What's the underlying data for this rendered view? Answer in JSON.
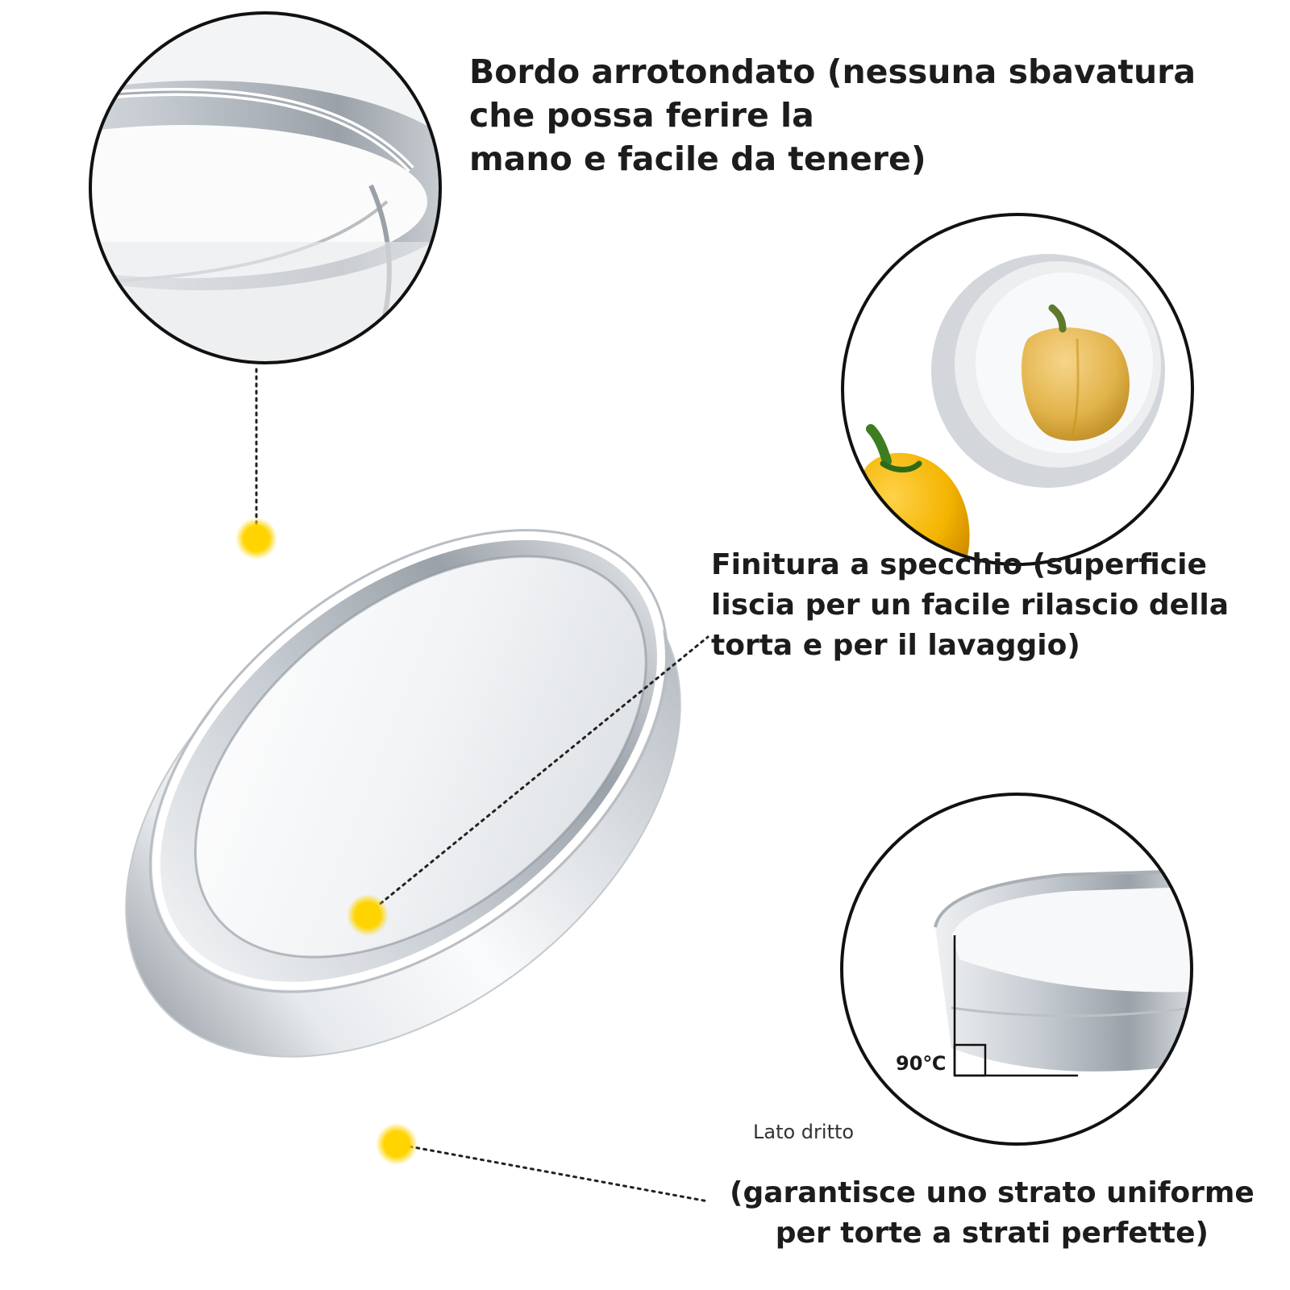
{
  "callouts": {
    "rounded_rim": {
      "lines": [
        "Bordo arrotondato (nessuna sbavatura",
        "che possa ferire la",
        "mano e facile da tenere)"
      ]
    },
    "mirror_finish": {
      "lines": [
        "Finitura a specchio (superficie",
        "liscia per un facile rilascio della",
        "torta e per il lavaggio)"
      ]
    },
    "straight_side": {
      "title": "Lato dritto",
      "lines": [
        "(garantisce uno strato uniforme",
        "per torte a strati perfette)"
      ],
      "angle_label": "90℃"
    }
  },
  "colors": {
    "marker_dot": "#ffd400",
    "steel_light": "#f4f6f8",
    "steel_mid": "#d8dde2",
    "steel_dark": "#a7adb4",
    "outline": "#111111",
    "pepper_yellow": "#f4b400",
    "pepper_stem": "#3c7d22"
  }
}
